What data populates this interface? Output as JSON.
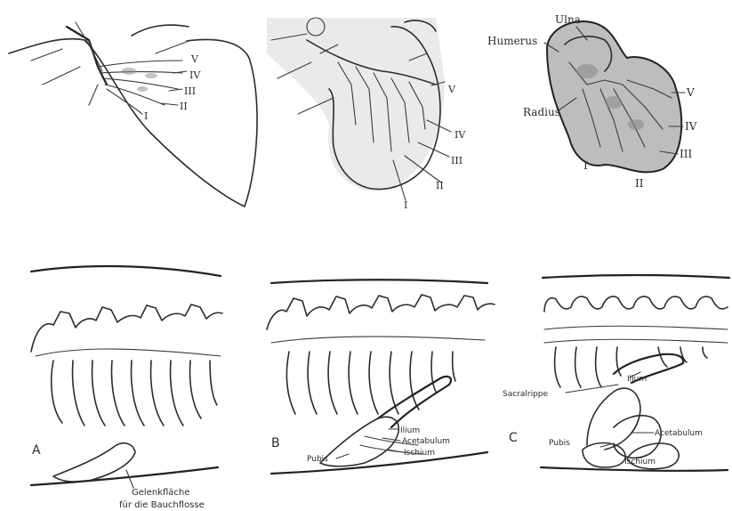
{
  "top_row": {
    "panel_1": {
      "roman_labels": [
        "V",
        "IV",
        "III",
        "II",
        "I"
      ]
    },
    "panel_2": {
      "roman_labels": [
        "V",
        "IV",
        "III",
        "II",
        "I"
      ]
    },
    "panel_3": {
      "bone_labels": {
        "ulna": "Ulna",
        "humerus": "Humerus",
        "radius": "Radius"
      },
      "digit_labels": [
        "V",
        "IV",
        "III",
        "II",
        "I"
      ]
    }
  },
  "bottom_row": {
    "panel_a": {
      "letter": "A",
      "caption_line_1": "Gelenkfläche",
      "caption_line_2": "für die Bauchflosse"
    },
    "panel_b": {
      "letter": "B",
      "labels": {
        "ilium": "Ilium",
        "acetabulum": "Acetabulum",
        "ischium": "Ischium",
        "pubis": "Pubis"
      }
    },
    "panel_c": {
      "letter": "C",
      "labels": {
        "sacral_rib": "Sacralrippe",
        "ilium": "Ilium",
        "acetabulum": "Acetabulum",
        "pubis": "Pubis",
        "ischium": "Ischium"
      }
    }
  }
}
